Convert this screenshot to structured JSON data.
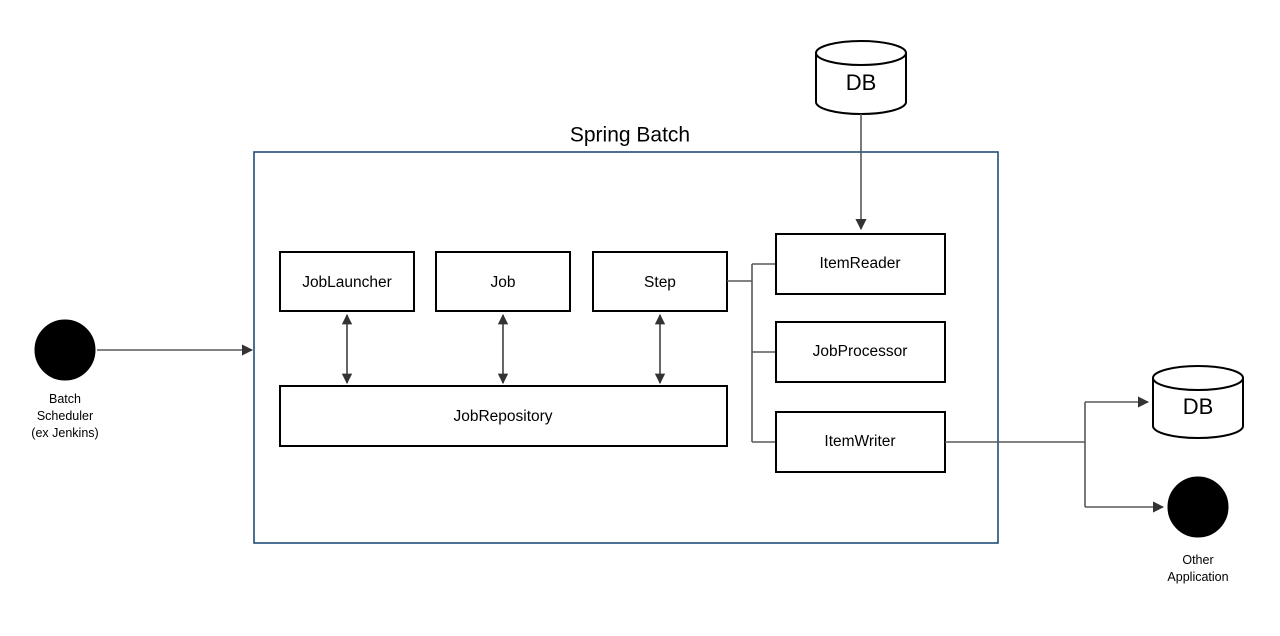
{
  "diagram": {
    "title": "Spring Batch",
    "container": {
      "label": "Spring Batch",
      "border_color": "#1F4E79"
    },
    "core_boxes": [
      {
        "id": "joblauncher",
        "label": "JobLauncher"
      },
      {
        "id": "job",
        "label": "Job"
      },
      {
        "id": "step",
        "label": "Step"
      },
      {
        "id": "jobrepository",
        "label": "JobRepository"
      }
    ],
    "chunk_boxes": [
      {
        "id": "itemreader",
        "label": "ItemReader"
      },
      {
        "id": "jobprocessor",
        "label": "JobProcessor"
      },
      {
        "id": "itemwriter",
        "label": "ItemWriter"
      }
    ],
    "datastores": [
      {
        "id": "source-db",
        "label": "DB",
        "position": "top"
      },
      {
        "id": "target-db",
        "label": "DB",
        "position": "right"
      }
    ],
    "actors": [
      {
        "id": "batch-scheduler",
        "lines": [
          "Batch",
          "Scheduler",
          "(ex Jenkins)"
        ],
        "line1": "Batch",
        "line2": "Scheduler",
        "line3": "(ex Jenkins)"
      },
      {
        "id": "other-application",
        "lines": [
          "Other",
          "Application"
        ],
        "line1": "Other",
        "line2": "Application"
      }
    ],
    "colors": {
      "box_stroke": "#000000",
      "container_stroke": "#1F4E79",
      "connector": "#595959",
      "actor_fill": "#000000",
      "background": "#ffffff"
    }
  }
}
